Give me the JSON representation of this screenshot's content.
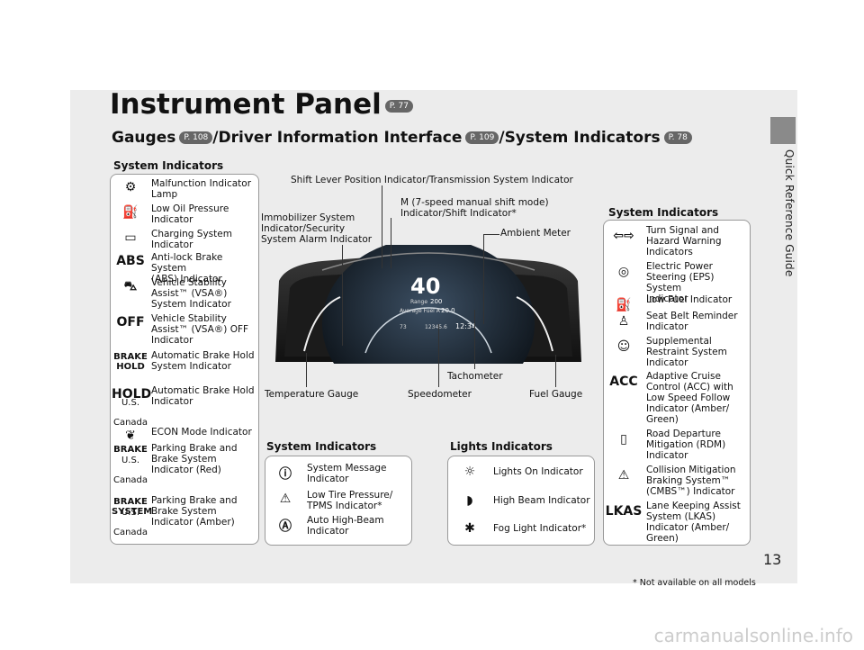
{
  "page": {
    "title": "Instrument Panel",
    "title_ref": "P. 77",
    "subtitle_parts": {
      "gauges": "Gauges",
      "gauges_ref": "P. 108",
      "dii": "/Driver Information Interface",
      "dii_ref": "P. 109",
      "sys": "/System Indicators",
      "sys_ref": "P. 78"
    },
    "sidebar_label": "Quick Reference Guide",
    "page_number": "13",
    "footnote": "* Not available on all models",
    "watermark": "carmanualsonline.info"
  },
  "left_panel": {
    "heading": "System Indicators",
    "items": [
      {
        "icon": "engine-icon",
        "label_lines": [
          "Malfunction Indicator",
          "Lamp"
        ]
      },
      {
        "icon": "oil-can-icon",
        "label_lines": [
          "Low Oil Pressure",
          "Indicator"
        ]
      },
      {
        "icon": "battery-icon",
        "label_lines": [
          "Charging System",
          "Indicator"
        ]
      },
      {
        "icon": "abs-icon",
        "glyph": "ABS",
        "label_lines": [
          "Anti-lock Brake System",
          "(ABS) Indicator"
        ]
      },
      {
        "icon": "vsa-icon",
        "label_lines": [
          "Vehicle Stability",
          "Assist™ (VSA®)",
          "System Indicator"
        ]
      },
      {
        "icon": "vsa-off-icon",
        "glyph": "OFF",
        "label_lines": [
          "Vehicle Stability",
          "Assist™ (VSA®) OFF",
          "Indicator"
        ]
      },
      {
        "icon": "brake-hold-icon",
        "glyph": "BRAKE HOLD",
        "label_lines": [
          "Automatic Brake Hold",
          "System Indicator"
        ]
      },
      {
        "icon": "hold-icon",
        "glyph": "HOLD",
        "label_lines": [
          "Automatic Brake Hold",
          "Indicator"
        ],
        "regions": [
          "U.S.",
          "Canada"
        ]
      },
      {
        "icon": "econ-leaf-icon",
        "label_lines": [
          "ECON Mode Indicator"
        ]
      },
      {
        "icon": "brake-red-icon",
        "glyph": "BRAKE",
        "label_lines": [
          "Parking Brake and",
          "Brake System",
          "Indicator (Red)"
        ],
        "regions": [
          "U.S.",
          "Canada"
        ]
      },
      {
        "icon": "brake-system-amber-icon",
        "glyph": "BRAKE SYSTEM",
        "label_lines": [
          "Parking Brake and",
          "Brake System",
          "Indicator (Amber)"
        ],
        "regions": [
          "U.S.",
          "Canada"
        ]
      }
    ]
  },
  "cluster_callouts": {
    "shift_lever": "Shift Lever Position Indicator/Transmission System Indicator",
    "m_mode_lines": [
      "M (7-speed manual shift mode)",
      "Indicator/Shift Indicator*"
    ],
    "immobilizer_lines": [
      "Immobilizer System",
      "Indicator/Security",
      "System Alarm Indicator"
    ],
    "ambient": "Ambient Meter",
    "tachometer": "Tachometer",
    "temperature": "Temperature Gauge",
    "speedometer": "Speedometer",
    "fuel": "Fuel Gauge"
  },
  "cluster_display": {
    "speed": "40",
    "range_label": "Range",
    "range_value": "200",
    "avg_label": "Average Fuel A",
    "avg_value": "20.0",
    "time": "12:34",
    "odometer": "12345.6",
    "temp_out": "73"
  },
  "right_panel": {
    "heading": "System Indicators",
    "items": [
      {
        "icon": "turn-signal-icon",
        "label_lines": [
          "Turn Signal and",
          "Hazard Warning",
          "Indicators"
        ]
      },
      {
        "icon": "eps-icon",
        "label_lines": [
          "Electric Power",
          "Steering (EPS) System",
          "Indicator"
        ]
      },
      {
        "icon": "fuel-pump-icon",
        "label_lines": [
          "Low Fuel Indicator"
        ]
      },
      {
        "icon": "seat-belt-icon",
        "label_lines": [
          "Seat Belt Reminder",
          "Indicator"
        ]
      },
      {
        "icon": "srs-airbag-icon",
        "label_lines": [
          "Supplemental",
          "Restraint System",
          "Indicator"
        ]
      },
      {
        "icon": "acc-icon",
        "glyph": "ACC",
        "label_lines": [
          "Adaptive Cruise",
          "Control (ACC) with",
          "Low Speed Follow",
          "Indicator (Amber/",
          "Green)"
        ]
      },
      {
        "icon": "rdm-icon",
        "label_lines": [
          "Road Departure",
          "Mitigation (RDM)",
          "Indicator"
        ]
      },
      {
        "icon": "cmbs-icon",
        "label_lines": [
          "Collision Mitigation",
          "Braking System™",
          "(CMBS™) Indicator"
        ]
      },
      {
        "icon": "lkas-icon",
        "glyph": "LKAS",
        "label_lines": [
          "Lane Keeping Assist",
          "System (LKAS)",
          "Indicator (Amber/",
          "Green)"
        ]
      }
    ]
  },
  "bottom_sys_panel": {
    "heading": "System Indicators",
    "items": [
      {
        "icon": "info-icon",
        "label_lines": [
          "System Message",
          "Indicator"
        ]
      },
      {
        "icon": "tpms-icon",
        "label_lines": [
          "Low Tire Pressure/",
          "TPMS Indicator*"
        ]
      },
      {
        "icon": "auto-high-beam-icon",
        "label_lines": [
          "Auto High-Beam",
          "Indicator"
        ]
      }
    ]
  },
  "lights_panel": {
    "heading": "Lights Indicators",
    "items": [
      {
        "icon": "lights-on-icon",
        "label_lines": [
          "Lights On Indicator"
        ]
      },
      {
        "icon": "high-beam-icon",
        "label_lines": [
          "High Beam Indicator"
        ]
      },
      {
        "icon": "fog-light-icon",
        "label_lines": [
          "Fog Light Indicator*"
        ]
      }
    ]
  }
}
